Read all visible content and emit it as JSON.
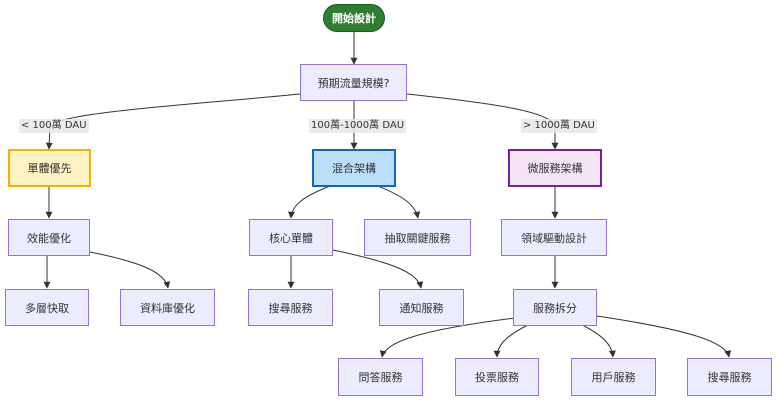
{
  "colors": {
    "default_fill": "#ECECFF",
    "default_stroke": "#9370DB",
    "start_fill": "#2E7D32",
    "start_stroke": "#1B5E20",
    "monolith_fill": "#FFF3C4",
    "monolith_stroke": "#F0B400",
    "hybrid_fill": "#BBDEFB",
    "hybrid_stroke": "#1565C0",
    "micro_fill": "#F3E5F5",
    "micro_stroke": "#7B1FA2",
    "edge": "#333333"
  },
  "nodes": {
    "start": "開始設計",
    "scale": "預期流量規模?",
    "monolith_first": "單體優先",
    "hybrid": "混合架構",
    "microservices": "微服務架構",
    "perf_opt": "效能優化",
    "core_monolith": "核心單體",
    "extract_key": "抽取關鍵服務",
    "ddd": "領域驅動設計",
    "multi_cache": "多層快取",
    "db_opt": "資料庫優化",
    "search_service": "搜尋服務",
    "notify_service": "通知服務",
    "service_split": "服務拆分",
    "qa_service": "問答服務",
    "vote_service": "投票服務",
    "user_service": "用戶服務",
    "search_service_2": "搜尋服務"
  },
  "edge_labels": {
    "small": "< 100萬 DAU",
    "medium": "100萬-1000萬 DAU",
    "large": "> 1000萬 DAU"
  }
}
